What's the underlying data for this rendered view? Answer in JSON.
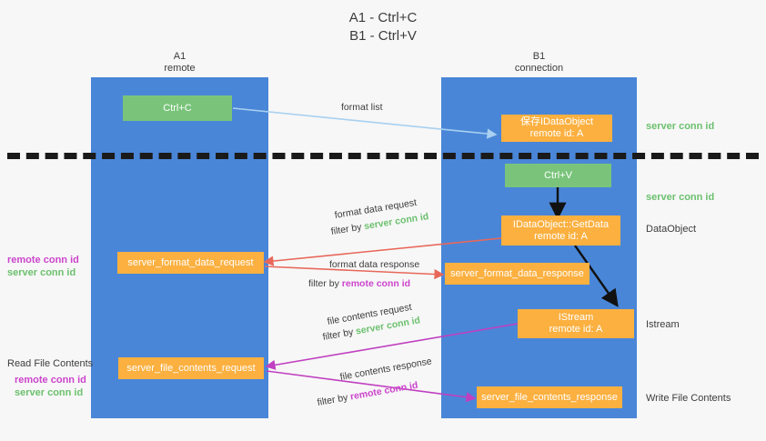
{
  "title": {
    "line1": "A1 - Ctrl+C",
    "line2": "B1 - Ctrl+V"
  },
  "lanes": [
    {
      "name": "A1",
      "sub": "remote",
      "color": "#4a86d8"
    },
    {
      "name": "B1",
      "sub": "connection",
      "color": "#4a86d8"
    }
  ],
  "boxes": {
    "ctrl_c": "Ctrl+C",
    "save_idataobject_l1": "保存IDataObject",
    "save_idataobject_l2": "remote id: A",
    "ctrl_v": "Ctrl+V",
    "getdata_l1": "IDataObject::GetData",
    "getdata_l2": "remote id: A",
    "istream_l1": "IStream",
    "istream_l2": "remote id: A",
    "server_format_data_request": "server_format_data_request",
    "server_format_data_response": "server_format_data_response",
    "server_file_contents_request": "server_file_contents_request",
    "server_file_contents_response": "server_file_contents_response"
  },
  "notes": {
    "format_list": "format list",
    "format_data_request": "format data request",
    "format_data_request_filter_prefix": "filter by ",
    "format_data_request_filter_value": "server conn id",
    "format_data_response": "format data response",
    "format_data_response_filter_prefix": "filter by ",
    "format_data_response_filter_value": "remote conn id",
    "file_contents_request": "file contents request",
    "file_contents_request_filter_prefix": "filter by ",
    "file_contents_request_filter_value": "server conn id",
    "file_contents_response": "file contents response",
    "file_contents_response_filter_prefix": "filter by ",
    "file_contents_response_filter_value": "remote conn id"
  },
  "right_labels": {
    "server_conn_id_top": "server conn id",
    "server_conn_id_mid": "server conn id",
    "dataobject": "DataObject",
    "istream": "Istream",
    "write_file_contents": "Write File Contents"
  },
  "left_labels": {
    "remote_conn_id_mid": "remote conn id",
    "server_conn_id_mid": "server conn id",
    "read_file_contents": "Read File Contents",
    "remote_conn_id_bottom": "remote conn id",
    "server_conn_id_bottom": "server conn id"
  },
  "colors": {
    "lane": "#4a86d8",
    "green_box": "#79c47a",
    "orange_box": "#fbb040",
    "green_text": "#6cc06e",
    "magenta_text": "#cc44cc",
    "arrow_blue": "#a8d0f0",
    "arrow_red": "#e8675a",
    "arrow_magenta": "#c040c0",
    "arrow_black": "#111111",
    "background": "#f7f7f7"
  }
}
